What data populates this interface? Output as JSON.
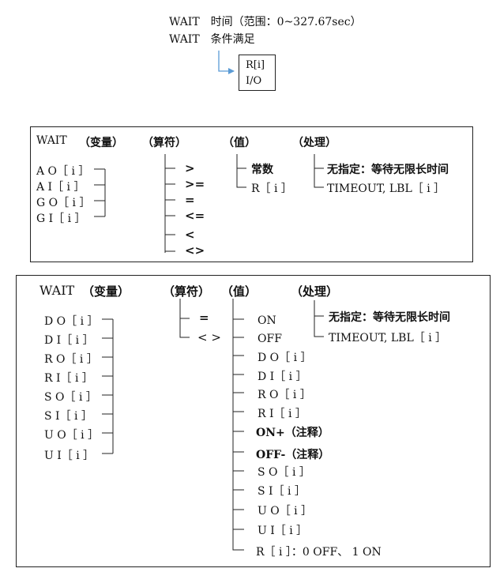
{
  "top": {
    "line1": "WAIT　时间（范围：0~327.67sec）",
    "line2": "WAIT　条件满足",
    "box_line1": "R[i]",
    "box_line2": "I/O",
    "arrow_color": "#5b9bd5"
  },
  "box1": {
    "wait": "WAIT",
    "h_var": "（变量）",
    "h_op": "（算符）",
    "h_val": "（值）",
    "h_proc": "（处理）",
    "vars": [
      "A O［ i ］",
      "A I［ i ］",
      "G O［ i ］",
      "G I［ i ］"
    ],
    "ops": [
      ">",
      ">=",
      "=",
      "<=",
      "<",
      "<>"
    ],
    "vals": [
      "常数",
      "R［ i ］"
    ],
    "procs": [
      "无指定：等待无限长时间",
      "TIMEOUT, LBL［ i ］"
    ]
  },
  "box2": {
    "wait": "WAIT",
    "h_var": "（变量）",
    "h_op": "（算符）",
    "h_val": "（值）",
    "h_proc": "（处理）",
    "vars": [
      "D O［ i ］",
      "D I［ i ］",
      "R O［ i ］",
      "R I［ i ］",
      "S O［ i ］",
      "S I［ i ］",
      "U O［ i ］",
      "U I［ i ］"
    ],
    "ops": [
      "=",
      "< >"
    ],
    "vals": [
      "ON",
      "OFF",
      "D O［ i ］",
      "D I［ i ］",
      "R O［ i ］",
      "R I［ i ］",
      "ON+（注释）",
      "OFF-（注释）",
      "S O［ i ］",
      "S I［ i ］",
      "U O［ i ］",
      "U I［ i ］",
      "R［ i ］：0 OFF、 1 ON"
    ],
    "procs": [
      "无指定：等待无限长时间",
      "TIMEOUT, LBL［ i ］"
    ]
  }
}
